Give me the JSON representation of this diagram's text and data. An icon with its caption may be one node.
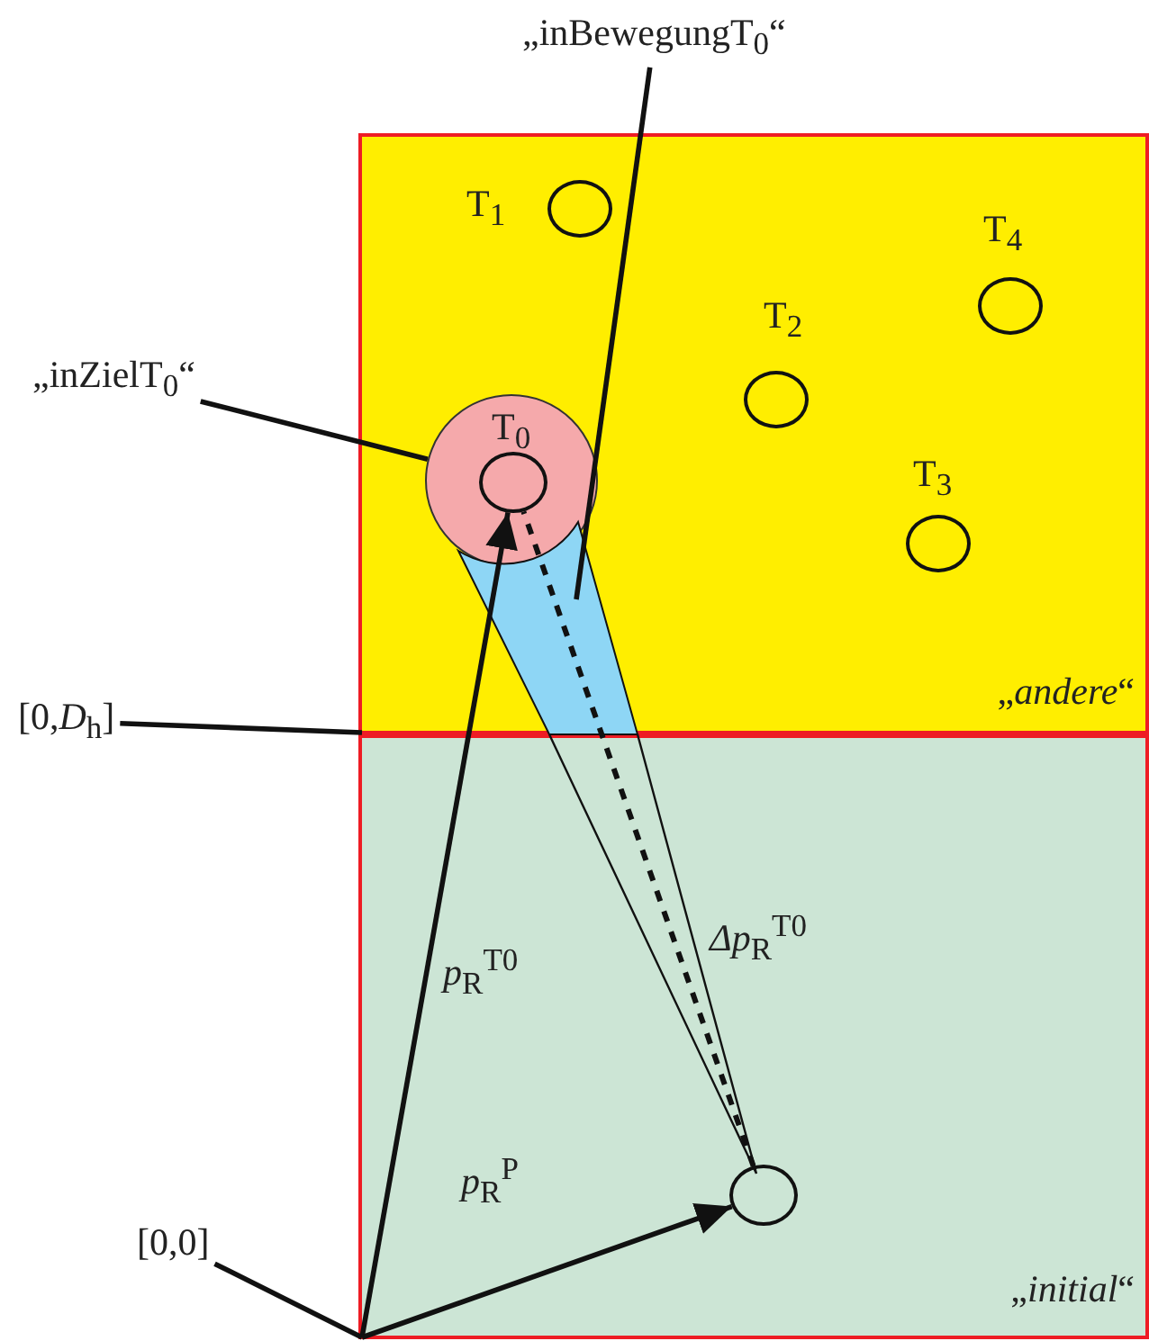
{
  "diagram": {
    "nodes": [
      {
        "text": [
          "„*andere*“"
        ]
      },
      {
        "text": [
          "„*initial*“"
        ]
      },
      {
        "text": [
          "T$_{0}$"
        ],
        "in": 0
      },
      {
        "text": [],
        "shape": "circle",
        "in": 2
      },
      {
        "text": [
          "T$_{1}$"
        ],
        "in": 0
      },
      {
        "text": [
          "T$_{2}$"
        ],
        "in": 0
      },
      {
        "text": [
          "T$_{3}$"
        ],
        "in": 0
      },
      {
        "text": [
          "T$_{4}$"
        ],
        "in": 0
      },
      {
        "text": [],
        "shape": "circle",
        "in": 1
      },
      {
        "text": [
          "„inZielT$_{0}$“"
        ]
      },
      {
        "text": [
          "„inBewegungT$_{0}$“"
        ]
      },
      {
        "text": [
          "[0,*D*$_{h}$]"
        ]
      },
      {
        "text": [
          "[0,0]"
        ]
      }
    ],
    "edges": [
      {
        "from": 9,
        "to": 2,
        "arrow": "none"
      },
      {
        "from": 10,
        "to": null,
        "arrow": "none"
      },
      {
        "from": 11,
        "to": 0,
        "arrow": "none"
      },
      {
        "from": 12,
        "to": 1,
        "arrow": "none"
      },
      {
        "from": 1,
        "to": 3,
        "arrow": "to",
        "label": "*p*$_{R}$$^{T0}$"
      },
      {
        "from": 1,
        "to": 8,
        "arrow": "to",
        "label": "*p*$_{R}$$^{P}$"
      },
      {
        "from": 8,
        "to": 3,
        "arrow": "none",
        "style": "dashed",
        "label": "*Δp*$_{R}$$^{T0}$"
      }
    ]
  }
}
